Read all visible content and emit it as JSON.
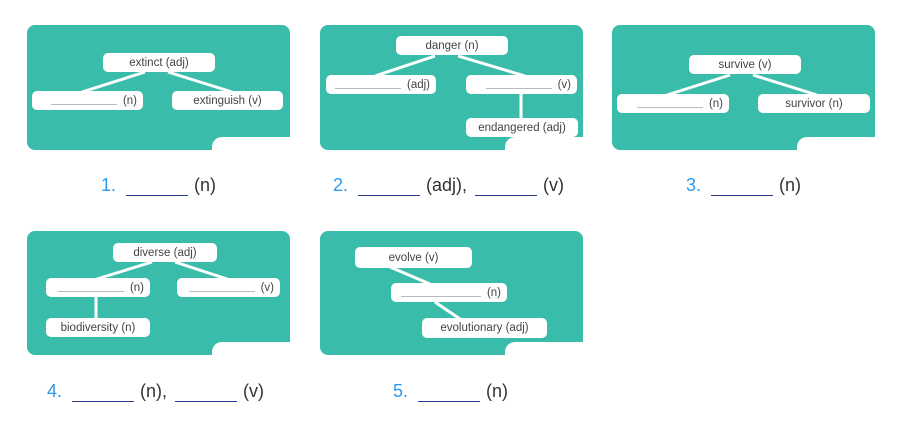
{
  "colors": {
    "card": "#39bdaa",
    "number": "#2a9af0",
    "underline": "#2b3a8c"
  },
  "items": [
    {
      "number": "1.",
      "diagram": {
        "top": "extinct   (adj)",
        "left": "(n)",
        "right": "extinguish (v)"
      },
      "answer": [
        "(n)"
      ]
    },
    {
      "number": "2.",
      "diagram": {
        "top": "danger  (n)",
        "left": "(adj)",
        "right": "(v)",
        "bottom": "endangered (adj)"
      },
      "answer": [
        "(adj),",
        "(v)"
      ]
    },
    {
      "number": "3.",
      "diagram": {
        "top": "survive  (v)",
        "left": "(n)",
        "right": "survivor (n)"
      },
      "answer": [
        "(n)"
      ]
    },
    {
      "number": "4.",
      "diagram": {
        "top": "diverse (adj)",
        "left": "(n)",
        "right": "(v)",
        "bottom": "biodiversity (n)"
      },
      "answer": [
        "(n),",
        "(v)"
      ]
    },
    {
      "number": "5.",
      "diagram": {
        "top": "evolve (v)",
        "middle": "(n)",
        "bottom": "evolutionary (adj)"
      },
      "answer": [
        "(n)"
      ]
    }
  ]
}
